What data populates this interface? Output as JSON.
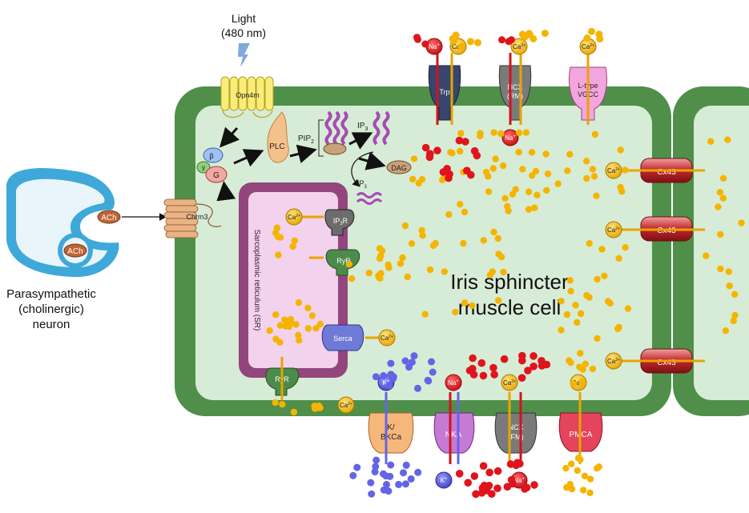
{
  "light": {
    "line1": "Light",
    "line2": "(480 nm)"
  },
  "neuron": {
    "label_line1": "Parasympathetic",
    "label_line2": "(cholinergic)",
    "label_line3": "neuron",
    "ach_released": "ACh",
    "ach_vesicle": "ACh"
  },
  "receptors": {
    "chrm3": "Chrm3",
    "opn4m": "Opn4m"
  },
  "g_protein": {
    "beta": "β",
    "gamma": "γ",
    "g": "G"
  },
  "signaling": {
    "plc": "PLC",
    "pip2": "PIP",
    "pip2_sub": "2",
    "ip3": "IP",
    "ip3_sub": "3",
    "dag": "DAG",
    "ip3r": "IP",
    "ip3r_sub": "3",
    "ip3r_r": "R"
  },
  "sr": {
    "label": "Sarcoplasmic reticulum (SR)",
    "ryr_top": "RyR",
    "ryr_bottom": "RyR",
    "serca": "Serca"
  },
  "cell": {
    "title_line1": "Iris sphincter",
    "title_line2": "muscle cell"
  },
  "ions": {
    "ca": "Ca",
    "ca_charge": "2+",
    "na": "Na",
    "na_charge": "+",
    "k": "K",
    "k_charge": "+"
  },
  "channels": {
    "trp": "Trp",
    "ncx_rm_line1": "NCX",
    "ncx_rm_line2": "(RM)",
    "vgcc_line1": "L-type",
    "vgcc_line2": "VGCC",
    "cx43": "Cx43",
    "bkca_line1": "K/",
    "bkca_line2": "BKCa",
    "nka": "NKA",
    "ncx_fm_line1": "NCX",
    "ncx_fm_line2": "(FM)",
    "pmca": "PMCA"
  },
  "colors": {
    "membrane": "#4f8f4a",
    "cytoplasm": "#d7ecd6",
    "sr_border": "#93457e",
    "sr_fill": "#f2d2ec",
    "calcium": "#f5b400",
    "sodium": "#e0141c",
    "potassium": "#6464e6",
    "neuron": "#3ea9d9",
    "receptor": "#eab384",
    "opsin": "#f9ec78"
  }
}
